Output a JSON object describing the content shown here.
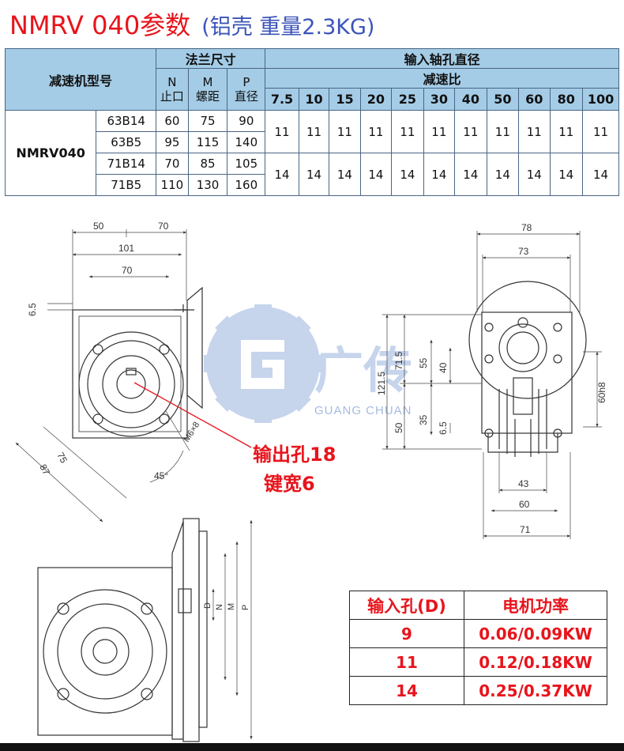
{
  "title": {
    "main": "NMRV 040参数",
    "sub": "(铝壳 重量2.3KG)"
  },
  "spec_table": {
    "col_model": "减速机型号",
    "flange_header": "法兰尺寸",
    "flange_cols": [
      {
        "code": "N",
        "desc": "止口"
      },
      {
        "code": "M",
        "desc": "螺距"
      },
      {
        "code": "P",
        "desc": "直径"
      }
    ],
    "input_header": "输入轴孔直径",
    "ratio_header": "减速比",
    "ratios": [
      "7.5",
      "10",
      "15",
      "20",
      "25",
      "30",
      "40",
      "50",
      "60",
      "80",
      "100"
    ],
    "model": "NMRV040",
    "rows": [
      {
        "flange": "63B14",
        "N": "60",
        "M": "75",
        "P": "90"
      },
      {
        "flange": "63B5",
        "N": "95",
        "M": "115",
        "P": "140"
      },
      {
        "flange": "71B14",
        "N": "70",
        "M": "85",
        "P": "105"
      },
      {
        "flange": "71B5",
        "N": "110",
        "M": "130",
        "P": "160"
      }
    ],
    "bore_groups": [
      {
        "value": "11"
      },
      {
        "value": "14"
      }
    ]
  },
  "drawing": {
    "dims_left": [
      "50",
      "70",
      "101",
      "70",
      "6.5",
      "75",
      "87",
      "45°",
      "M6×8"
    ],
    "dims_right": [
      "78",
      "73",
      "71.5",
      "121.5",
      "55",
      "40",
      "50",
      "35",
      "6.5",
      "60h8",
      "43",
      "60",
      "71"
    ],
    "dims_bottom": [
      "D",
      "N",
      "M",
      "P"
    ],
    "output_label_1": "输出孔18",
    "output_label_2": "键宽6",
    "watermark_cn": "广传",
    "watermark_en": "GUANG CHUAN",
    "colors": {
      "accent_red": "#e8141c",
      "title_blue": "#3b54b8",
      "header_blue": "#a4cce6",
      "watermark": "#b4c6e6"
    }
  },
  "power_table": {
    "headers": [
      "输入孔(D)",
      "电机功率"
    ],
    "rows": [
      {
        "d": "9",
        "power": "0.06/0.09KW"
      },
      {
        "d": "11",
        "power": "0.12/0.18KW"
      },
      {
        "d": "14",
        "power": "0.25/0.37KW"
      }
    ]
  }
}
